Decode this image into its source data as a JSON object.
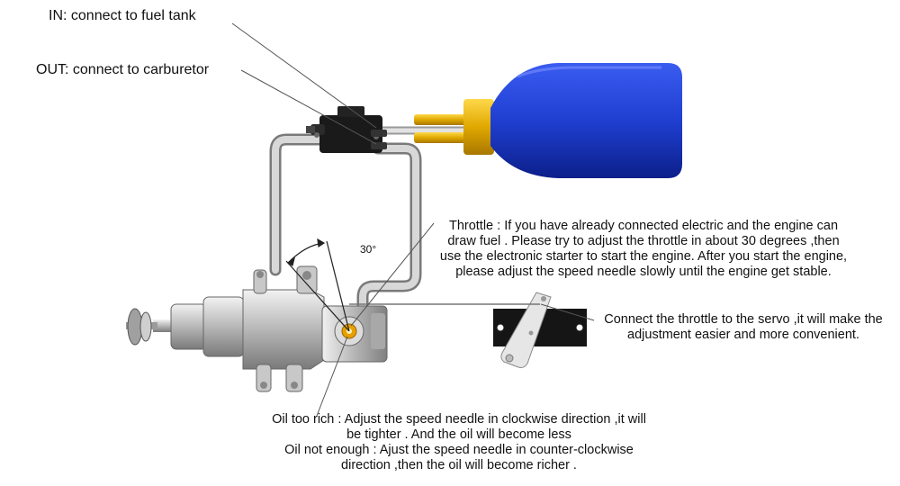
{
  "labels": {
    "in_label": "IN:  connect to fuel tank",
    "out_label": "OUT: connect to carburetor",
    "angle_label": "30°",
    "throttle_note": [
      "Throttle : If you have already connected electric and the engine can",
      "draw fuel . Please try to adjust the throttle in about 30 degrees ,then",
      "use the electronic starter to start the engine. After you start the engine,",
      "please adjust the speed needle slowly until the engine get stable."
    ],
    "servo_note": [
      "Connect the throttle to the servo ,it will make the",
      "adjustment easier and more convenient."
    ],
    "oil_note": [
      "Oil too rich : Adjust the speed needle in clockwise direction ,it will",
      "be tighter . And the oil will become less",
      "Oil not enough : Ajust the speed needle in counter-clockwise",
      "direction ,then the oil will become richer ."
    ]
  },
  "colors": {
    "fuel_tank": "#1f3fd1",
    "tank_fitting": "#e0a800",
    "pump_body": "#1a1a1a",
    "fuel_line": "#b8b8b8",
    "engine": "#c8c8c8",
    "carb_fitting": "#e8a000",
    "leader_line": "#555555"
  },
  "icons": [
    "fuel-tank-icon",
    "fuel-pump-icon",
    "engine-icon",
    "servo-arm-icon"
  ]
}
